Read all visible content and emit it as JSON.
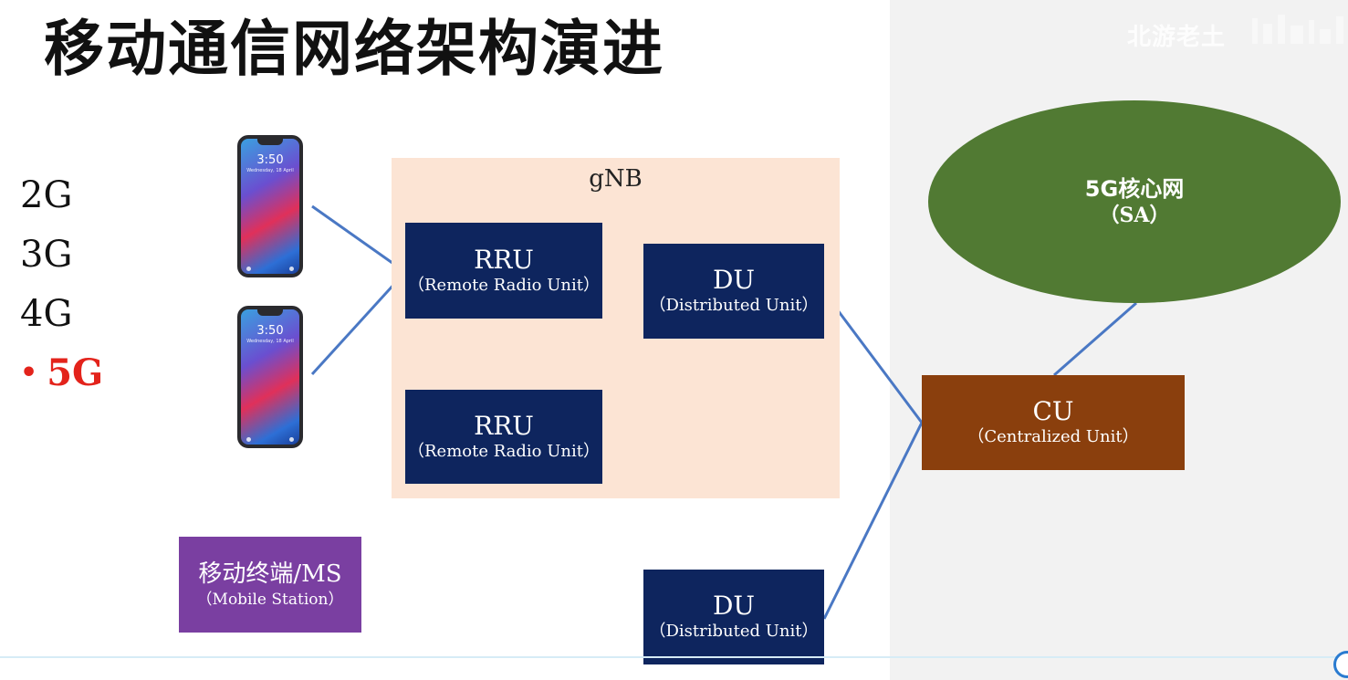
{
  "title": "移动通信网络架构演进",
  "watermark": "北游老土",
  "generations": [
    {
      "label": "2G"
    },
    {
      "label": "3G"
    },
    {
      "label": "4G"
    },
    {
      "label": "5G",
      "bullet": "•"
    }
  ],
  "phones": [
    {
      "time": "3:50",
      "date": "Wednesday, 18 April"
    },
    {
      "time": "3:50",
      "date": "Wednesday, 18 April"
    }
  ],
  "gnb": {
    "label": "gNB"
  },
  "rru_top": {
    "name": "RRU",
    "full": "（Remote Radio Unit）"
  },
  "rru_bottom": {
    "name": "RRU",
    "full": "（Remote Radio Unit）"
  },
  "du_top": {
    "name": "DU",
    "full": "（Distributed Unit）"
  },
  "du_bottom": {
    "name": "DU",
    "full": "（Distributed Unit）"
  },
  "cu": {
    "name": "CU",
    "full": "（Centralized Unit）"
  },
  "core": {
    "name": "5G核心网",
    "full": "（SA）"
  },
  "ms": {
    "name": "移动终端/MS",
    "full": "（Mobile Station）"
  },
  "colors": {
    "active_generation": "#e3231b",
    "node_blue": "#0e255e",
    "cu_brown": "#8a3f0d",
    "core_green": "#517a33",
    "ms_purple": "#7a3fa1",
    "gnb_fill": "#fce4d4",
    "link": "#4a78c4"
  }
}
